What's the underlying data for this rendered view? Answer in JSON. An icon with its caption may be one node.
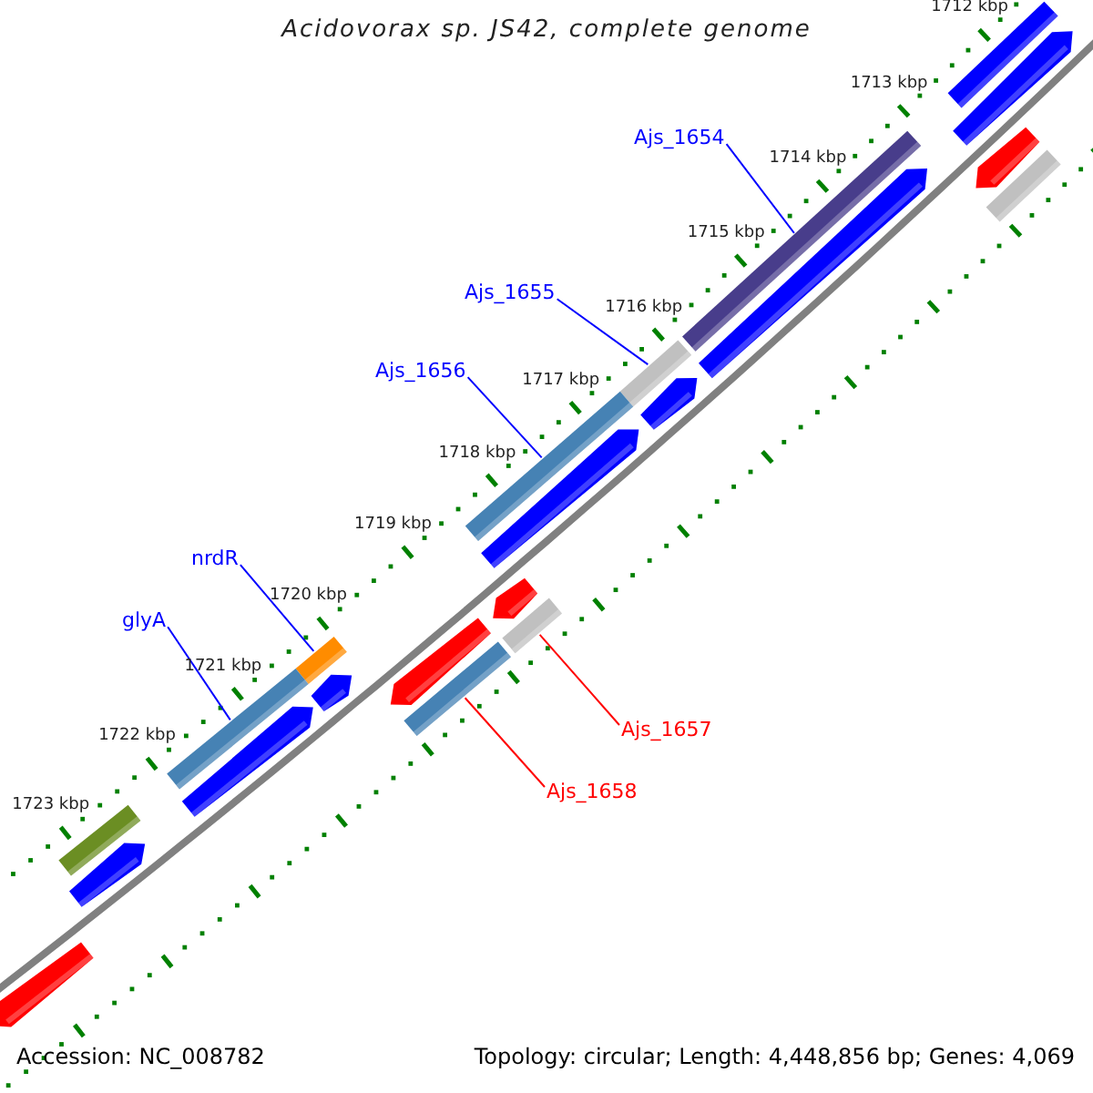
{
  "diagram": {
    "title": "Acidovorax sp. JS42, complete genome",
    "nodes": [
      {
        "text": [
          "Ajs_1654"
        ]
      },
      {
        "text": [
          "Ajs_1655"
        ]
      },
      {
        "text": [
          "Ajs_1656"
        ]
      },
      {
        "text": [
          "nrdR"
        ]
      },
      {
        "text": [
          "glyA"
        ]
      },
      {
        "text": [
          "Ajs_1657"
        ]
      },
      {
        "text": [
          "Ajs_1658"
        ]
      },
      {
        "text": [],
        "shape": "bar"
      },
      {
        "text": [],
        "shape": "arrow"
      },
      {
        "text": [],
        "shape": "bar"
      },
      {
        "text": [],
        "shape": "arrow"
      },
      {
        "text": [],
        "shape": "bar"
      },
      {
        "text": [],
        "shape": "arrow"
      },
      {
        "text": [],
        "shape": "bar"
      },
      {
        "text": [],
        "shape": "arrow"
      },
      {
        "text": [],
        "shape": "bar"
      },
      {
        "text": [],
        "shape": "arrow"
      },
      {
        "text": [],
        "shape": "arrow"
      },
      {
        "text": [],
        "shape": "bar"
      },
      {
        "text": [],
        "shape": "arrow"
      },
      {
        "text": [],
        "shape": "bar"
      },
      {
        "text": [],
        "shape": "bar"
      },
      {
        "text": [],
        "shape": "bar"
      },
      {
        "text": [],
        "shape": "arrow"
      },
      {
        "text": [],
        "shape": "arrow"
      },
      {
        "text": [],
        "shape": "bar"
      },
      {
        "text": [],
        "shape": "arrow"
      },
      {
        "text": [],
        "shape": "arrow"
      }
    ],
    "edges": [
      {
        "from": 0,
        "to": 9,
        "arrow": "none"
      },
      {
        "from": 1,
        "to": 13,
        "arrow": "none"
      },
      {
        "from": 2,
        "to": 15,
        "arrow": "none"
      },
      {
        "from": 3,
        "to": 20,
        "arrow": "none"
      },
      {
        "from": 4,
        "to": 22,
        "arrow": "none"
      },
      {
        "from": 5,
        "to": 18,
        "arrow": "none",
        "color": "#ff0000"
      },
      {
        "from": 6,
        "to": 21,
        "arrow": "none",
        "color": "#ff0000"
      }
    ],
    "labels": [
      "1712 kbp",
      "1713 kbp",
      "1714 kbp",
      "1715 kbp",
      "1716 kbp",
      "1717 kbp",
      "1718 kbp",
      "1719 kbp",
      "1720 kbp",
      "1721 kbp",
      "1722 kbp",
      "1723 kbp",
      "Accession: NC_008782",
      "Topology: circular; Length: 4,448,856 bp; Genes: 4,069"
    ]
  }
}
